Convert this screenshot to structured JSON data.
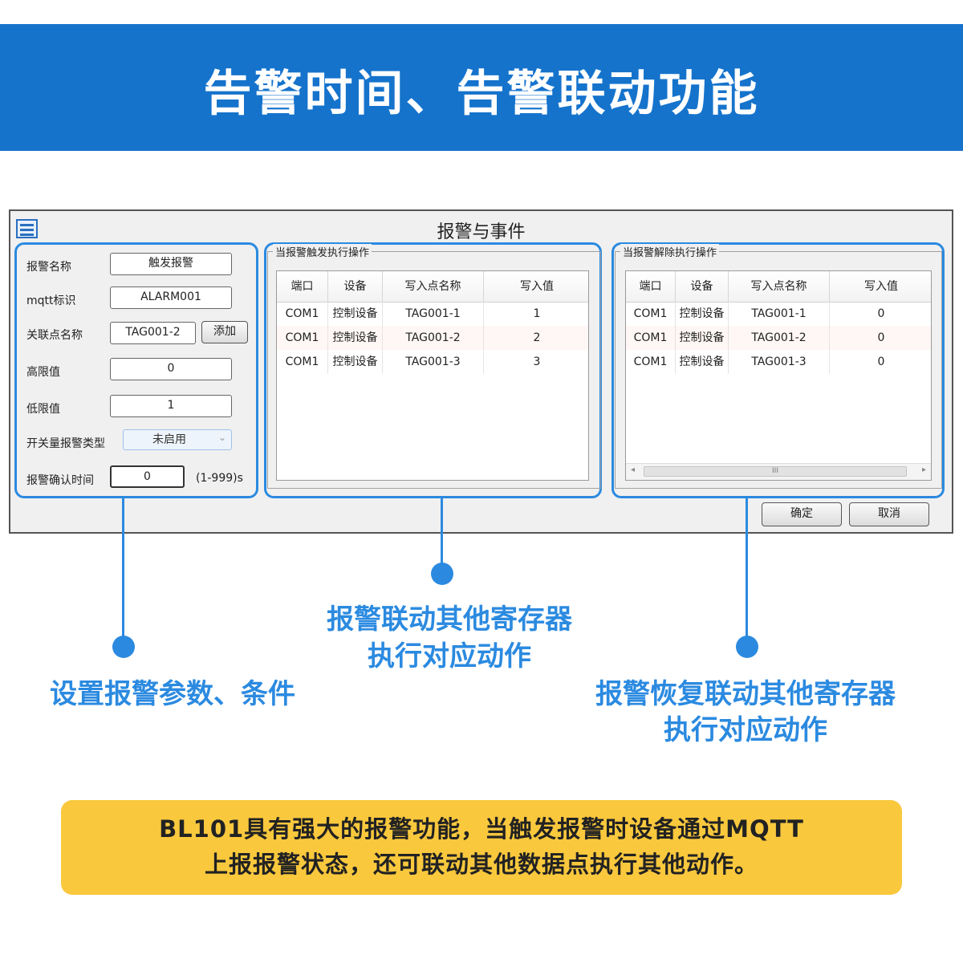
{
  "banner": {
    "title": "告警时间、告警联动功能"
  },
  "window": {
    "title": "报警与事件",
    "logo_icon": "app-logo-icon"
  },
  "alarm_settings": {
    "name_label": "报警名称",
    "name_value": "触发报警",
    "mqtt_label": "mqtt标识",
    "mqtt_value": "ALARM001",
    "point_label": "关联点名称",
    "point_value": "TAG001-2",
    "add_button": "添加",
    "high_label": "高限值",
    "high_value": "0",
    "low_label": "低限值",
    "low_value": "1",
    "switch_type_label": "开关量报警类型",
    "switch_type_value": "未启用",
    "confirm_time_label": "报警确认时间",
    "confirm_time_value": "0",
    "confirm_time_unit": "(1-999)s"
  },
  "trigger_group": {
    "title": "当报警触发执行操作",
    "columns": [
      "端口",
      "设备",
      "写入点名称",
      "写入值"
    ],
    "rows": [
      [
        "COM1",
        "控制设备",
        "TAG001-1",
        "1"
      ],
      [
        "COM1",
        "控制设备",
        "TAG001-2",
        "2"
      ],
      [
        "COM1",
        "控制设备",
        "TAG001-3",
        "3"
      ]
    ]
  },
  "release_group": {
    "title": "当报警解除执行操作",
    "columns": [
      "端口",
      "设备",
      "写入点名称",
      "写入值"
    ],
    "rows": [
      [
        "COM1",
        "控制设备",
        "TAG001-1",
        "0"
      ],
      [
        "COM1",
        "控制设备",
        "TAG001-2",
        "0"
      ],
      [
        "COM1",
        "控制设备",
        "TAG001-3",
        "0"
      ]
    ],
    "scroll_thumb": "III"
  },
  "buttons": {
    "ok": "确定",
    "cancel": "取消"
  },
  "captions": {
    "left": "设置报警参数、条件",
    "middle_line1": "报警联动其他寄存器",
    "middle_line2": "执行对应动作",
    "right_line1": "报警恢复联动其他寄存器",
    "right_line2": "执行对应动作"
  },
  "note": {
    "line1": "BL101具有强大的报警功能，当触发报警时设备通过MQTT",
    "line2": "上报报警状态，还可联动其他数据点执行其他动作。"
  },
  "colors": {
    "banner": "#1573cc",
    "highlight": "#2b8ae0",
    "note_bg": "#f9c83d"
  }
}
